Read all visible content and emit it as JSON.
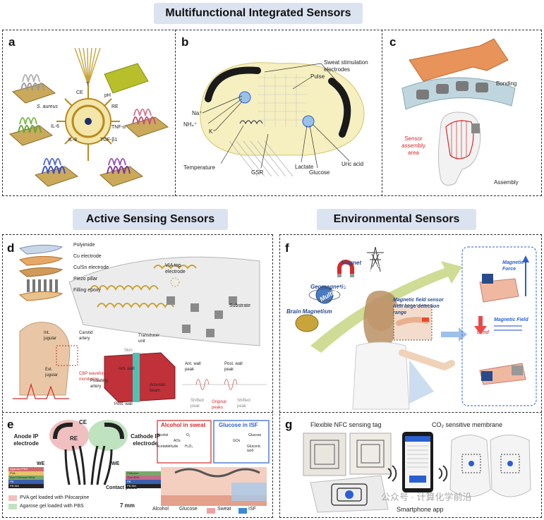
{
  "headers": {
    "top": "Multifunctional Integrated Sensors",
    "active": "Active Sensing Sensors",
    "environmental": "Environmental Sensors"
  },
  "panels": {
    "a": {
      "letter": "a",
      "labels": [
        "S. aureus",
        "CE",
        "T",
        "pH",
        "RE",
        "IL-6",
        "TNF-α",
        "IL-8",
        "TGF-β1"
      ]
    },
    "b": {
      "letter": "b",
      "labels": [
        "Sweat stimulation electrodes",
        "Pulse",
        "Na⁺",
        "NH₄⁺",
        "K⁺",
        "Temperature",
        "GSR",
        "Lactate",
        "Glucose",
        "Uric acid"
      ]
    },
    "c": {
      "letter": "c",
      "labels": [
        "Bonding",
        "Sensor assembly area",
        "Assembly"
      ]
    },
    "d": {
      "letter": "d",
      "layers": [
        "Polyimide",
        "Cu electrode",
        "Cu/Sn electrode",
        "Piezo pillar",
        "Filling epoxy"
      ],
      "labels": [
        "VIA top electrode",
        "Substrate",
        "Int. jugular",
        "Carotid artery",
        "Ext. jugular",
        "CBP waveform monitoring",
        "Transducer unit",
        "Skin",
        "Pulsating artery",
        "Ant. wall",
        "Post. wall",
        "Acoustic beam",
        "Ant. wall peak",
        "Post. wall peak",
        "Shifted peak",
        "Original peaks",
        "Shifted peak"
      ]
    },
    "e": {
      "letter": "e",
      "labels": [
        "CE",
        "RE",
        "Anode IP electrode",
        "Cathode IP electrode",
        "WE",
        "WE",
        "Contact pads",
        "PVA gel loaded with Pilocarpine",
        "Agarose gel loaded with PBS",
        "7 mm",
        "Alcohol in sweat",
        "Glucose in ISF",
        "Alcohol",
        "Glucose",
        "Sweat",
        "ISF",
        "Alcohol",
        "Acetaldehyde",
        "AOx",
        "GOx",
        "Glucose",
        "Gluconic acid",
        "O₂",
        "H₂O₂"
      ],
      "stack_left": [
        "Agarose+PBS",
        "PVA",
        "Aox+Chitosan+BSA",
        "PB",
        "PB INK"
      ],
      "stack_right": [
        "Chitosan",
        "Gox+BSA",
        "PB",
        "PB INK"
      ]
    },
    "f": {
      "letter": "f",
      "labels": [
        "Magnet",
        "Geomagnetic",
        "Brain Magnetism",
        "Multiple magnetic field information",
        "Magnetic field sensor with large detection range",
        "Magnetic Force",
        "Magnetic Field",
        "bend"
      ]
    },
    "g": {
      "letter": "g",
      "labels": [
        "Flexible NFC sensing tag",
        "CO₂ sensitive membrane",
        "Smartphone app"
      ],
      "watermark": "公众号 · 计算化学前沿"
    }
  },
  "colors": {
    "header_bg": "#dbe3f1",
    "frame": "#2a2a2a",
    "accent_red": "#d42a2a",
    "accent_blue": "#2a5fd1",
    "gold": "#c9a43a"
  }
}
